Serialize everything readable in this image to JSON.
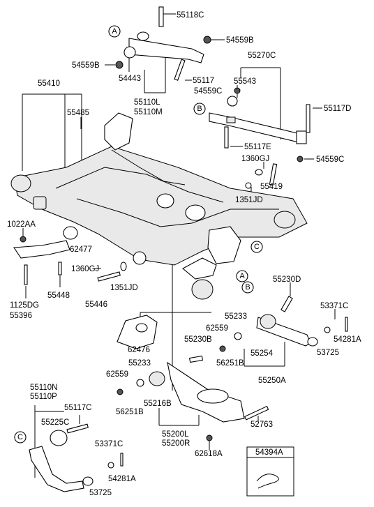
{
  "callouts": {
    "A": "A",
    "B": "B",
    "C": "C"
  },
  "labels": {
    "p55118C": "55118C",
    "p54559B_top": "54559B",
    "p54559B_left": "54559B",
    "p54443": "54443",
    "p55270C": "55270C",
    "p55117": "55117",
    "p55543": "55543",
    "p54559C_mid": "54559C",
    "p55110L": "55110L",
    "p55110M": "55110M",
    "p55410": "55410",
    "p55485": "55485",
    "p55117D": "55117D",
    "p55117E": "55117E",
    "p54559C_right": "54559C",
    "p1360GJ_top": "1360GJ",
    "p55419": "55419",
    "p1351JD_top": "1351JD",
    "p1022AA": "1022AA",
    "p62477": "62477",
    "p1360GJ_left": "1360GJ",
    "p1351JD_left": "1351JD",
    "p1125DG": "1125DG",
    "p55396": "55396",
    "p55448": "55448",
    "p55446": "55446",
    "p55230D": "55230D",
    "p53371C_top": "53371C",
    "p55233_top": "55233",
    "p62559_top": "62559",
    "p54281A_top": "54281A",
    "p55230B": "55230B",
    "p62476": "62476",
    "p55254": "55254",
    "p56251B_top": "56251B",
    "p53725_top": "53725",
    "p55250A": "55250A",
    "p55233_low": "55233",
    "p62559_low": "62559",
    "p55216B": "55216B",
    "p56251B_low": "56251B",
    "p55110N": "55110N",
    "p55110P": "55110P",
    "p55117C": "55117C",
    "p55225C": "55225C",
    "p52763": "52763",
    "p55200L": "55200L",
    "p55200R": "55200R",
    "p53371C_low": "53371C",
    "p62618A": "62618A",
    "p54281A_low": "54281A",
    "p53725_low": "53725",
    "p54394A": "54394A"
  }
}
